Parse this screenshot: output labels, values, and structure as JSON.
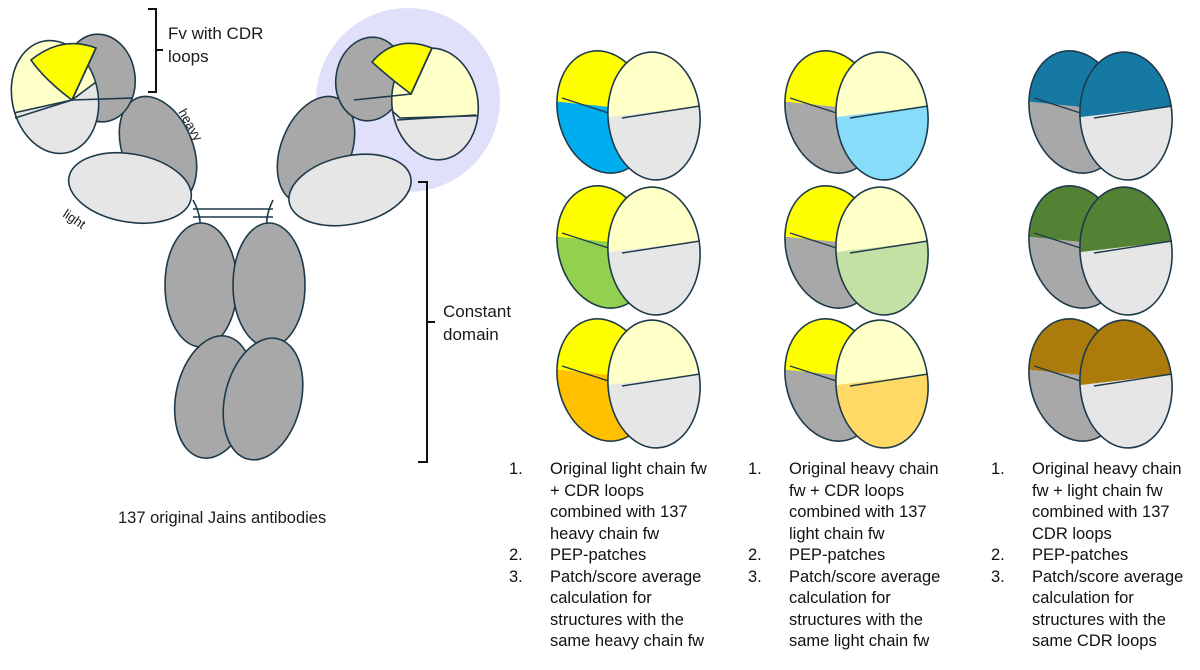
{
  "colors": {
    "yellow": "#FFFF00",
    "pale_yellow": "#FFFFC8",
    "grey": "#A8A8A8",
    "light_grey": "#E6E6E6",
    "outline": "#1E3A4A",
    "highlight": "#E0E0FA"
  },
  "labels": {
    "fv": [
      "Fv with CDR",
      "loops"
    ],
    "heavy": "heavy",
    "light": "light",
    "constant": [
      "Constant",
      "domain"
    ],
    "caption": "137 original Jains antibodies"
  },
  "columns": [
    {
      "variants": [
        {
          "name": "blue",
          "color": "#00AEEF",
          "region": "light-fw"
        },
        {
          "name": "green",
          "color": "#92D050",
          "region": "light-fw"
        },
        {
          "name": "orange",
          "color": "#FFC000",
          "region": "light-fw"
        }
      ],
      "steps": [
        {
          "num": "1.",
          "lines": [
            "Original light chain fw",
            "+ CDR loops",
            "combined with 137",
            "heavy chain fw"
          ]
        },
        {
          "num": "2.",
          "lines": [
            "PEP-patches"
          ]
        },
        {
          "num": "3.",
          "lines": [
            "Patch/score average",
            "calculation for",
            "structures with the",
            "same heavy chain fw"
          ]
        }
      ]
    },
    {
      "variants": [
        {
          "name": "light-blue",
          "color": "#87DCFA",
          "region": "heavy-fw"
        },
        {
          "name": "light-green",
          "color": "#C5E0A5",
          "region": "heavy-fw"
        },
        {
          "name": "light-orange",
          "color": "#FFD966",
          "region": "heavy-fw"
        }
      ],
      "steps": [
        {
          "num": "1.",
          "lines": [
            "Original heavy chain",
            "fw + CDR loops",
            "combined with 137",
            "light chain fw"
          ]
        },
        {
          "num": "2.",
          "lines": [
            "PEP-patches"
          ]
        },
        {
          "num": "3.",
          "lines": [
            "Patch/score average",
            "calculation for",
            "structures with the",
            "same light chain fw"
          ]
        }
      ]
    },
    {
      "variants": [
        {
          "name": "teal",
          "color": "#1679A4",
          "region": "cdr"
        },
        {
          "name": "dark-green",
          "color": "#548235",
          "region": "cdr"
        },
        {
          "name": "brown",
          "color": "#AB7C0B",
          "region": "cdr"
        }
      ],
      "steps": [
        {
          "num": "1.",
          "lines": [
            "Original heavy chain",
            "fw + light chain fw",
            "combined with 137",
            "CDR loops"
          ]
        },
        {
          "num": "2.",
          "lines": [
            "PEP-patches"
          ]
        },
        {
          "num": "3.",
          "lines": [
            "Patch/score average",
            "calculation for",
            "structures with the",
            "same CDR loops"
          ]
        }
      ]
    }
  ]
}
